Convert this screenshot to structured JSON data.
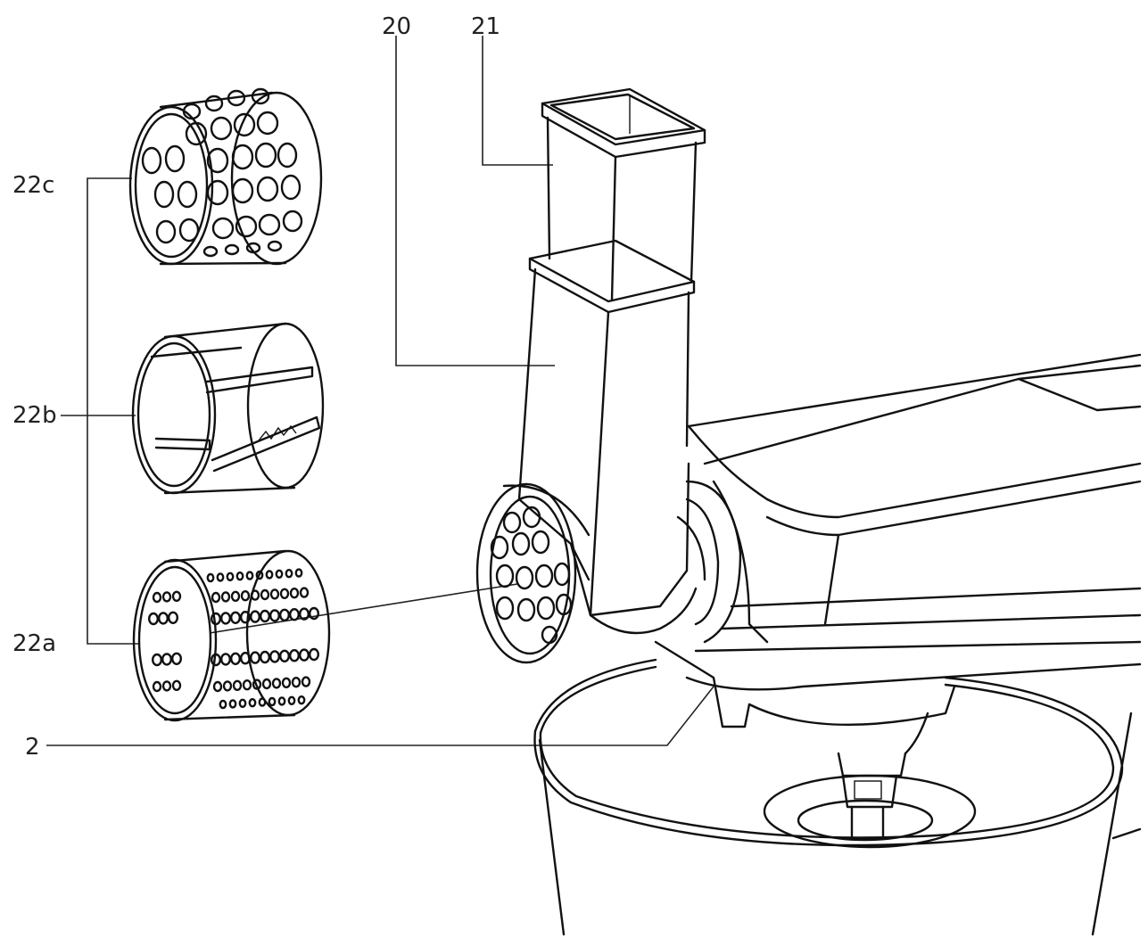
{
  "labels": {
    "l20": "20",
    "l21": "21",
    "l22c": "22c",
    "l22b": "22b",
    "l22a": "22a",
    "l2": "2"
  }
}
